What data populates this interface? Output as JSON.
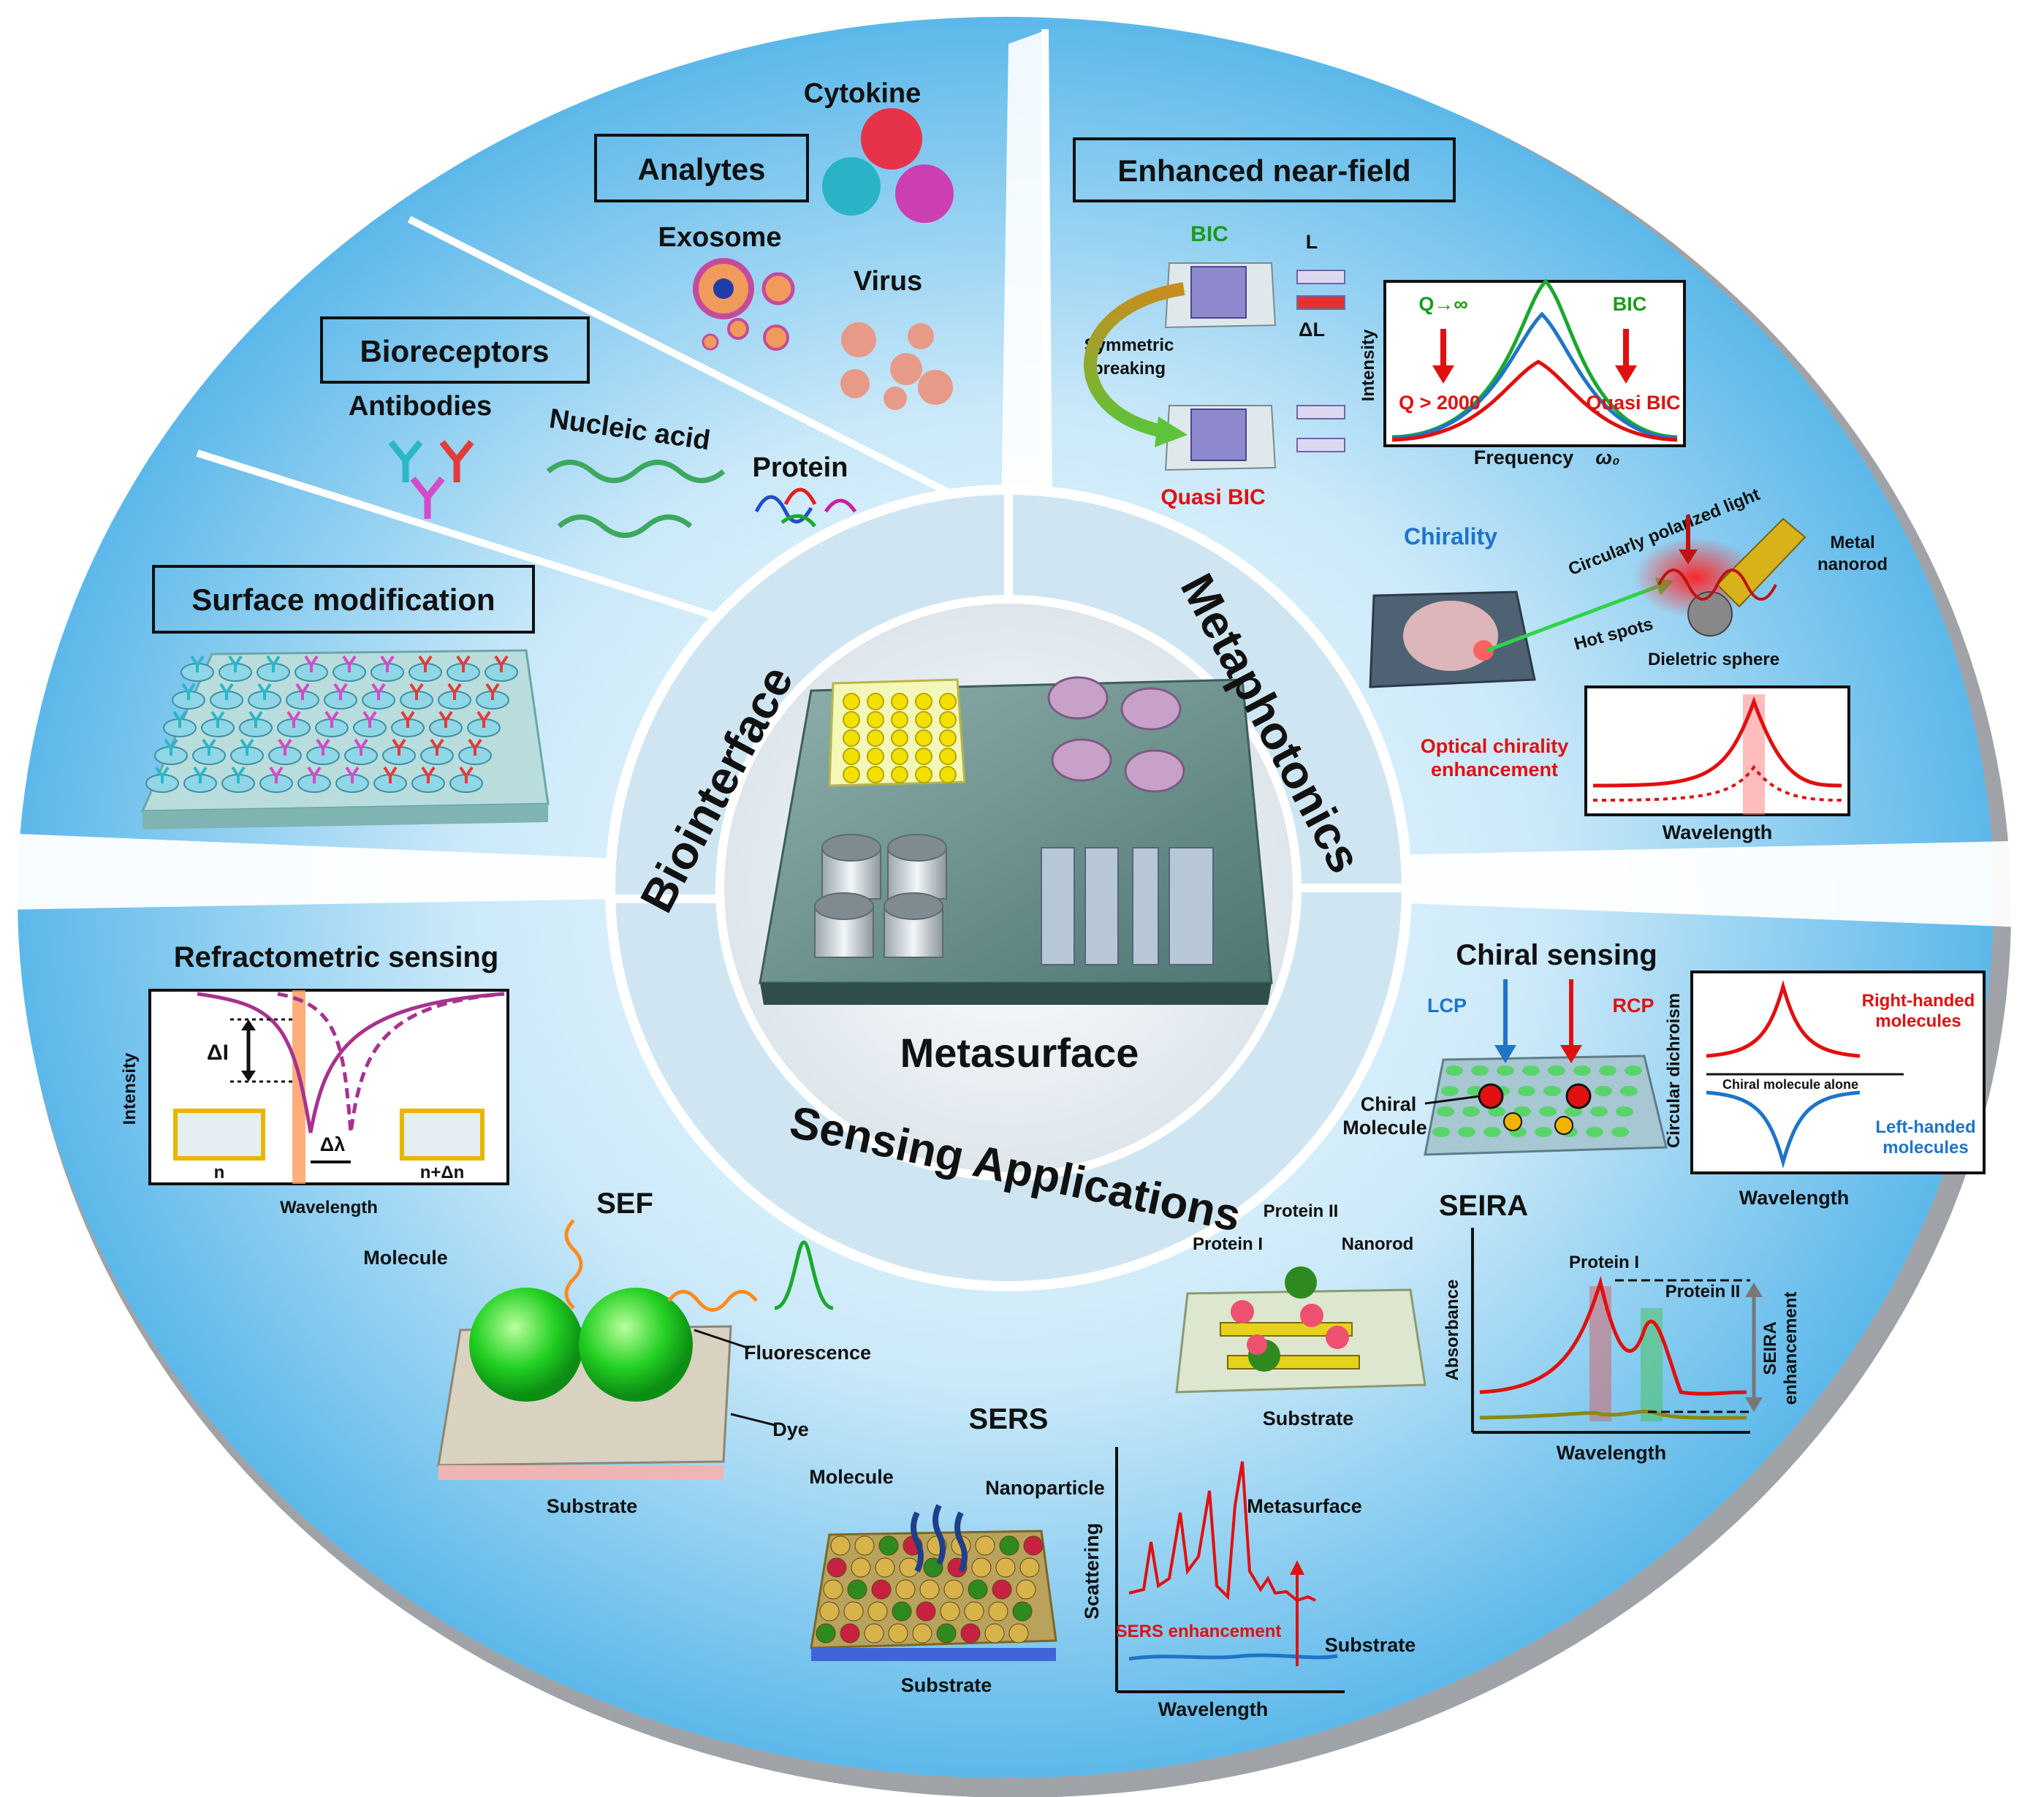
{
  "center": {
    "metasurface": "Metasurface",
    "biointerface": "Biointerface",
    "metaphotonics": "Metaphotonics",
    "sensing_applications": "Sensing Applications"
  },
  "biointerface": {
    "analytes": {
      "title": "Analytes",
      "cytokine": "Cytokine",
      "exosome": "Exosome",
      "virus": "Virus"
    },
    "bioreceptors": {
      "title": "Bioreceptors",
      "antibodies": "Antibodies",
      "nucleic_acid": "Nucleic acid",
      "protein": "Protein"
    },
    "surface_modification": {
      "title": "Surface modification"
    }
  },
  "metaphotonics": {
    "enhanced_near_field": {
      "title": "Enhanced near-field",
      "bic": "BIC",
      "L": "L",
      "delta_L": "ΔL",
      "symmetric_breaking": [
        "Symmetric",
        "breaking"
      ],
      "quasi_bic": "Quasi BIC",
      "plot": {
        "q_inf": "Q→∞",
        "bic": "BIC",
        "q_2000": "Q > 2000",
        "quasi_bic": "Quasi BIC",
        "ylabel": "Intensity",
        "xlabel": "Frequency",
        "omega": "ω₀"
      }
    },
    "chirality": {
      "title": "Chirality",
      "circular_light": "Circularly polarized light",
      "metal_nanorod": [
        "Metal",
        "nanorod"
      ],
      "hot_spots": "Hot spots",
      "dielectric_sphere": "Dieletric sphere",
      "optical_chirality": [
        "Optical chirality",
        "enhancement"
      ],
      "plot_xlabel": "Wavelength"
    }
  },
  "sensing": {
    "refractometric": {
      "title": "Refractometric sensing",
      "delta_I": "ΔI",
      "ylabel": "Intensity",
      "n": "n",
      "n_dn": "n+Δn",
      "delta_lambda": "Δλ",
      "xlabel": "Wavelength"
    },
    "sef": {
      "title": "SEF",
      "molecule": "Molecule",
      "fluorescence": "Fluorescence",
      "dye": "Dye",
      "substrate": "Substrate"
    },
    "chiral": {
      "title": "Chiral sensing",
      "lcp": "LCP",
      "rcp": "RCP",
      "chiral_molecule": [
        "Chiral",
        "Molecule"
      ],
      "ylabel": "Circular dichroism",
      "right_handed": [
        "Right-handed",
        "molecules"
      ],
      "alone": "Chiral molecule alone",
      "left_handed": [
        "Left-handed",
        "molecules"
      ],
      "xlabel": "Wavelength"
    },
    "seira": {
      "title": "SEIRA",
      "protein_ii": "Protein II",
      "protein_i": "Protein I",
      "nanorod": "Nanorod",
      "substrate": "Substrate",
      "ylabel": "Absorbance",
      "enh": [
        "SEIRA",
        "enhancement"
      ],
      "xlabel": "Wavelength"
    },
    "sers": {
      "title": "SERS",
      "molecule": "Molecule",
      "nanoparticle": "Nanoparticle",
      "substrate": "Substrate",
      "metasurface": "Metasurface",
      "sers_enh": "SERS enhancement",
      "substrate_curve": "Substrate",
      "ylabel": "Scattering",
      "xlabel": "Wavelength"
    }
  },
  "colors": {
    "sky_light": "#e6f4fc",
    "sky_mid": "#a9d9f3",
    "sky_dark": "#5bb7ea",
    "red": "#e01010",
    "green": "#1a9a1a",
    "blue": "#1f74c8"
  }
}
